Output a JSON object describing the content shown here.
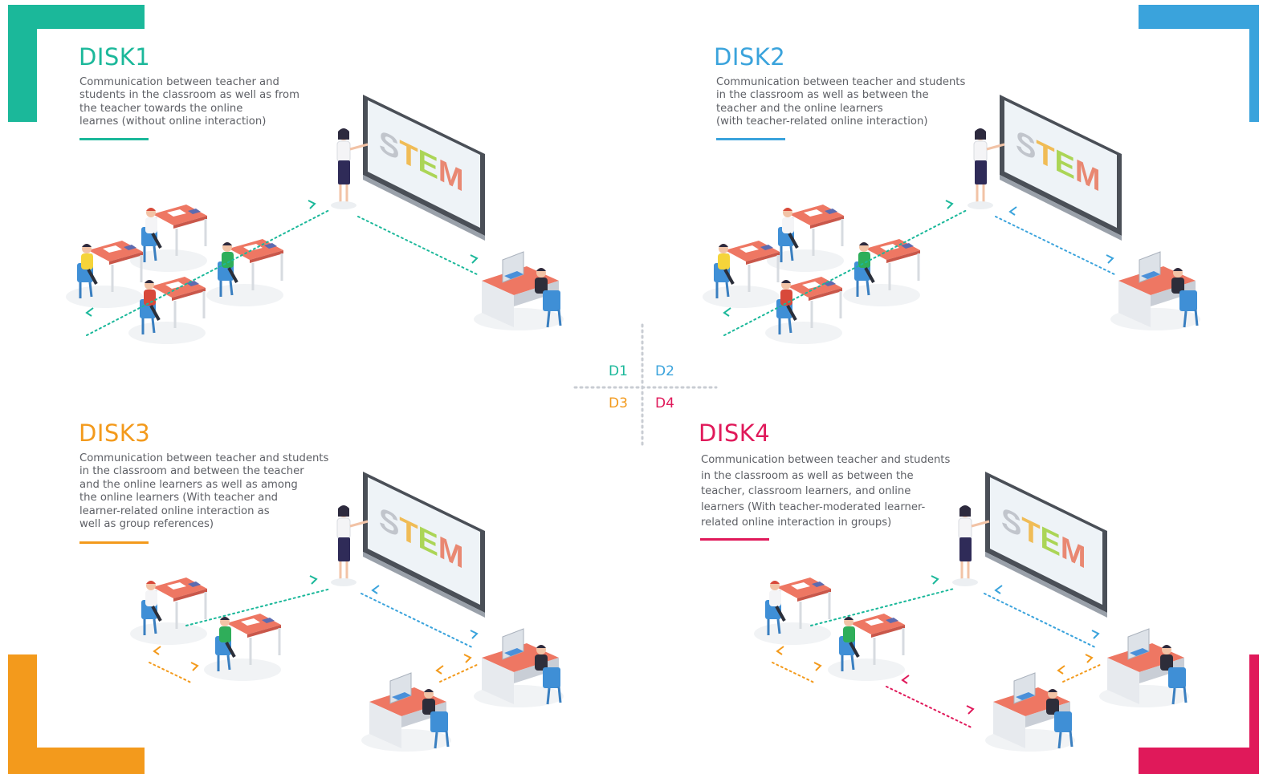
{
  "colors": {
    "disk1": "#1bb89a",
    "disk2": "#3aa3dc",
    "disk3": "#f39a1c",
    "disk4": "#e0195a"
  },
  "quadrants": [
    {
      "title": "DISK1",
      "description": "Communication between teacher and\nstudents in the classroom as well as from\nthe teacher towards the online\nlearnes (without online interaction)"
    },
    {
      "title": "DISK2",
      "description": "Communication between teacher and students\nin the classroom as well as between the\nteacher and the online learners\n(with teacher-related online interaction)"
    },
    {
      "title": "DISK3",
      "description": "Communication between teacher and students\nin the classroom and between the teacher\nand the online learners as well as among\nthe online learners (With teacher and\nlearner-related online interaction as\nwell as group references)"
    },
    {
      "title": "DISK4",
      "description": "Communication between teacher and students\nin the classroom as well as between the\nteacher, classroom learners, and online\nlearners (With teacher-moderated learner-\nrelated online interaction in groups)"
    }
  ],
  "center_legend": {
    "d1": "D1",
    "d2": "D2",
    "d3": "D3",
    "d4": "D4"
  },
  "board_text": "STEM"
}
